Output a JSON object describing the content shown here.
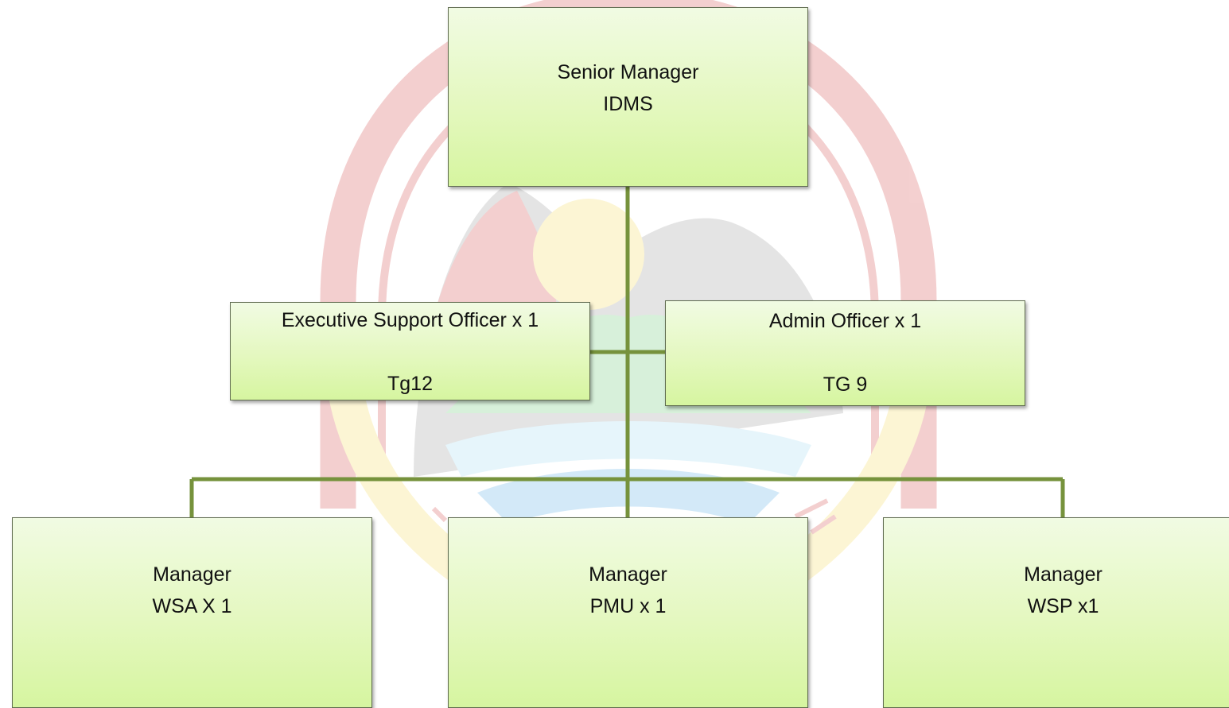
{
  "org_chart": {
    "senior": {
      "title": "Senior Manager",
      "unit": "IDMS"
    },
    "staff": [
      {
        "title": "Executive Support Officer x 1",
        "grade": "Tg12"
      },
      {
        "title": "Admin Officer x 1",
        "grade": "TG 9"
      }
    ],
    "managers": [
      {
        "title": "Manager",
        "unit": "WSA X 1"
      },
      {
        "title": "Manager",
        "unit": "PMU x 1"
      },
      {
        "title": "Manager",
        "unit": "WSP x1"
      }
    ]
  },
  "colors": {
    "connector": "#76923c",
    "box_top": "#f1fbe3",
    "box_bottom": "#d6f5a0",
    "box_border": "#5f6b4f",
    "watermark_red": "#cc2a2a",
    "watermark_yellow": "#f5d542",
    "watermark_blue": "#3aa0e0",
    "watermark_green": "#4cbf5a"
  },
  "background": {
    "watermark_icon": "municipal-emblem-icon"
  }
}
